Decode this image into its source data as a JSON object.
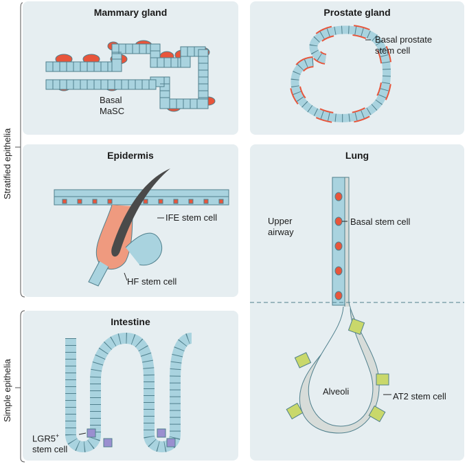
{
  "side_labels": {
    "stratified": "Stratified epithelia",
    "simple": "Simple epithelia"
  },
  "panels": {
    "mammary": {
      "title": "Mammary gland",
      "label": "Basal\nMaSC"
    },
    "prostate": {
      "title": "Prostate gland",
      "label": "Basal prostate\nstem cell"
    },
    "epidermis": {
      "title": "Epidermis",
      "label_ife": "IFE stem cell",
      "label_hf": "HF stem cell"
    },
    "lung": {
      "title": "Lung",
      "label_airway": "Upper\nairway",
      "label_basal": "Basal stem cell",
      "label_alveoli": "Alveoli",
      "label_at2": "AT2 stem cell"
    },
    "intestine": {
      "title": "Intestine",
      "label_lgr5": "LGR5",
      "label_lgr5_sup": "+",
      "label_stem": "stem cell"
    }
  },
  "colors": {
    "panel_bg": "#e6eef1",
    "cell": "#a9d3df",
    "cell_stroke": "#4f7f8c",
    "stem_red": "#e8553b",
    "hf_salmon": "#ef9a7f",
    "lgr5_purple": "#9a8fcf",
    "at2_green": "#c9d86b",
    "hair": "#4a4a4a",
    "alveoli_wall": "#d7dcd9"
  }
}
